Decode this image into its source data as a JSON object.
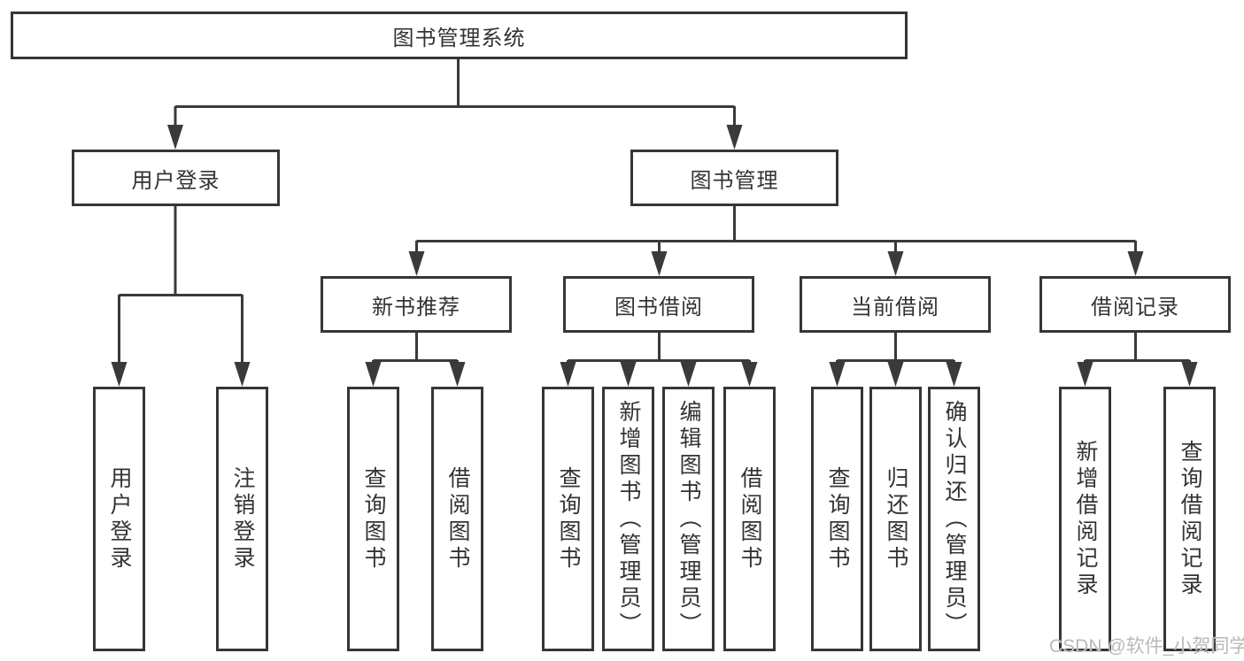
{
  "diagram": {
    "root": "图书管理系统",
    "branches": [
      {
        "label": "用户登录",
        "children": [
          "用户登录",
          "注销登录"
        ]
      },
      {
        "label": "图书管理",
        "sections": [
          {
            "label": "新书推荐",
            "children": [
              "查询图书",
              "借阅图书"
            ]
          },
          {
            "label": "图书借阅",
            "children": [
              "查询图书",
              "新增图书（管理员）",
              "编辑图书（管理员）",
              "借阅图书"
            ]
          },
          {
            "label": "当前借阅",
            "children": [
              "查询图书",
              "归还图书",
              "确认归还（管理员）"
            ]
          },
          {
            "label": "借阅记录",
            "children": [
              "新增借阅记录",
              "查询借阅记录"
            ]
          }
        ]
      }
    ]
  },
  "watermark": "CSDN @软件_小贺同学",
  "colors": {
    "line": "#3a3a3a",
    "box_border": "#363636",
    "text": "#333333",
    "background": "#ffffff",
    "watermark": "#b9b9b9"
  }
}
